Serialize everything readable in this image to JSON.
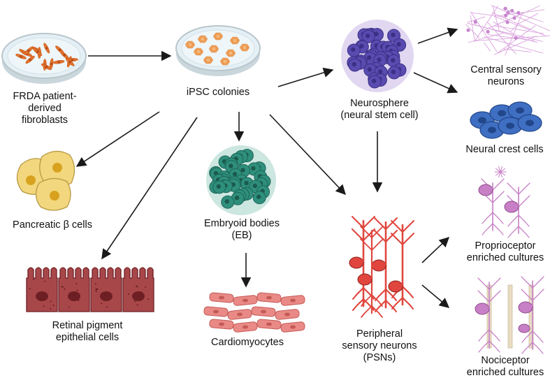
{
  "colors": {
    "arrow": "#1a1a1a",
    "dish_rim": "#b9c6cc",
    "dish_fill": "#e4f0f5",
    "fibroblast": "#e3722b",
    "ipsc_colony": "#f2a25a",
    "neurosphere": "#5a4bb0",
    "central_neuron": "#c786cf",
    "neural_crest": "#3f6fc2",
    "embryoid_body": "#2e8f7c",
    "pancreatic_cell": "#f3d77e",
    "pancreatic_nucleus": "#d8a21f",
    "retinal_cell": "#a8474a",
    "retinal_nucleus": "#6e1f24",
    "cardiomyocyte": "#e98a86",
    "psn": "#e0463e",
    "proprioceptor": "#c77fc6",
    "nociceptor": "#c77fc6",
    "nociceptor_bundle": "#e8dcc4"
  },
  "icons": {
    "fibroblast_dish": "petri-dish-with-fibroblasts",
    "ipsc_dish": "petri-dish-with-colonies",
    "neurosphere": "neurosphere-cluster",
    "central_neurons": "neuron-network",
    "neural_crest": "neural-crest-cells",
    "embryoid_body": "embryoid-body-cluster",
    "pancreatic": "pancreatic-cells",
    "retinal": "retinal-pigment-epithelium",
    "cardiomyocytes": "cardiomyocyte-sheet",
    "psn": "peripheral-sensory-neurons",
    "proprioceptor": "proprioceptor-neurons",
    "nociceptor": "nociceptor-neurons"
  },
  "labels": {
    "fibroblasts": [
      "FRDA patient-",
      "derived",
      "fibroblasts"
    ],
    "ipsc": [
      "iPSC colonies"
    ],
    "neurosphere": [
      "Neurosphere",
      "(neural stem cell)"
    ],
    "central": [
      "Central sensory",
      "neurons"
    ],
    "neural_crest": [
      "Neural crest cells"
    ],
    "embryoid": [
      "Embryoid bodies",
      "(EB)"
    ],
    "pancreatic": [
      "Pancreatic β cells"
    ],
    "retinal": [
      "Retinal pigment",
      "epithelial cells"
    ],
    "cardiomyocytes": [
      "Cardiomyocytes"
    ],
    "psn": [
      "Peripheral",
      "sensory neurons",
      "(PSNs)"
    ],
    "proprioceptor": [
      "Proprioceptor",
      "enriched cultures"
    ],
    "nociceptor": [
      "Nociceptor",
      "enriched cultures"
    ]
  }
}
